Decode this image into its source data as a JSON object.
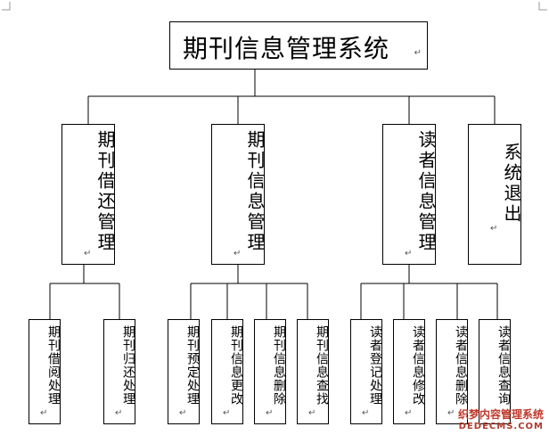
{
  "root": {
    "label": "期刊信息管理系统"
  },
  "branches": [
    {
      "label": "期刊借还管理",
      "children": [
        "期刊借阅处理",
        "期刊归还处理"
      ]
    },
    {
      "label": "期刊信息管理",
      "children": [
        "期刊预定处理",
        "期刊信息更改",
        "期刊信息删除",
        "期刊信息查找"
      ]
    },
    {
      "label": "读者信息管理",
      "children": [
        "读者登记处理",
        "读者信息修改",
        "读者信息删除",
        "读者信息查询"
      ]
    },
    {
      "label": "系统退出",
      "children": []
    }
  ],
  "paragraph_mark": "↵",
  "watermark": {
    "line1": "织梦内容管理系统",
    "line2": "DEDECMS.COM"
  }
}
